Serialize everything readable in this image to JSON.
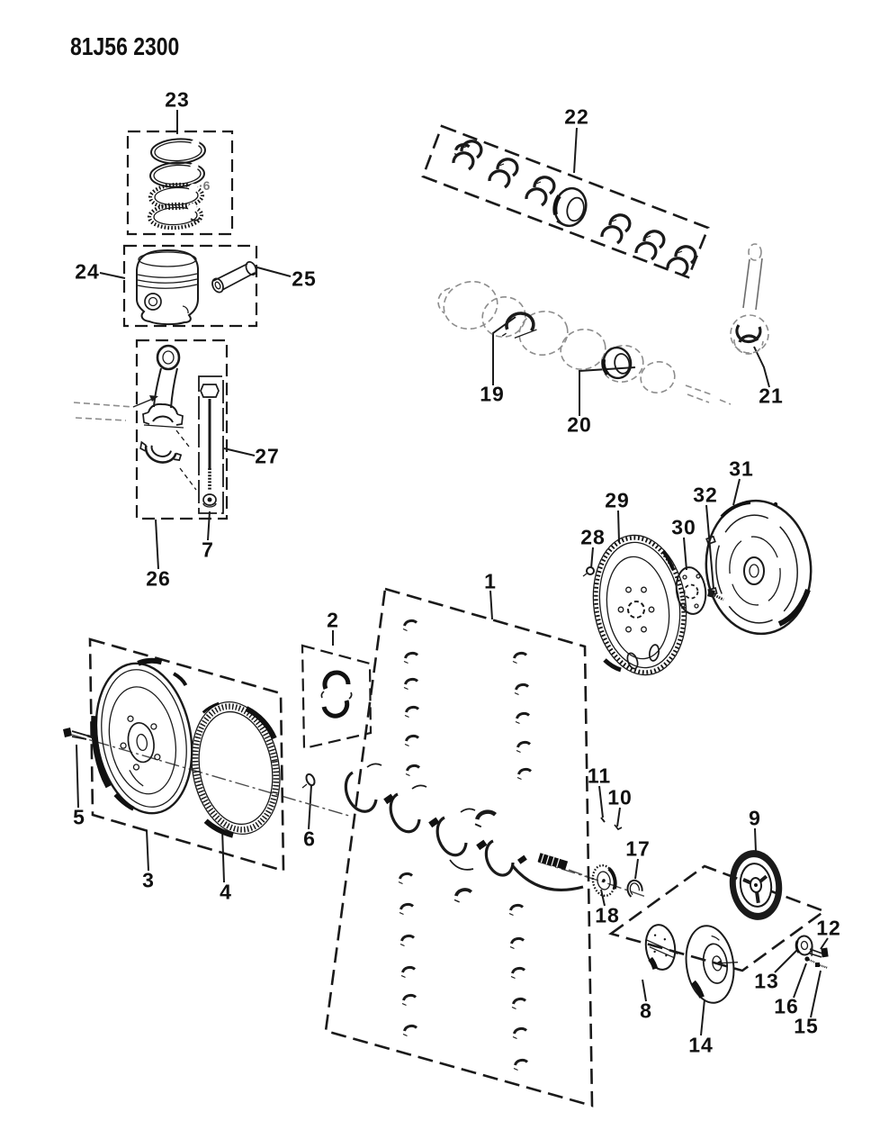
{
  "page": {
    "title": "81J56 2300"
  },
  "marks": {
    "rings_box_note": "·6"
  },
  "callouts": [
    {
      "label": "1"
    },
    {
      "label": "2"
    },
    {
      "label": "3"
    },
    {
      "label": "4"
    },
    {
      "label": "5"
    },
    {
      "label": "6"
    },
    {
      "label": "7"
    },
    {
      "label": "8"
    },
    {
      "label": "9"
    },
    {
      "label": "10"
    },
    {
      "label": "11"
    },
    {
      "label": "12"
    },
    {
      "label": "13"
    },
    {
      "label": "14"
    },
    {
      "label": "15"
    },
    {
      "label": "16"
    },
    {
      "label": "17"
    },
    {
      "label": "18"
    },
    {
      "label": "19"
    },
    {
      "label": "20"
    },
    {
      "label": "21"
    },
    {
      "label": "22"
    },
    {
      "label": "23"
    },
    {
      "label": "24"
    },
    {
      "label": "25"
    },
    {
      "label": "26"
    },
    {
      "label": "27"
    },
    {
      "label": "28"
    },
    {
      "label": "29"
    },
    {
      "label": "30"
    },
    {
      "label": "31"
    },
    {
      "label": "32"
    }
  ]
}
